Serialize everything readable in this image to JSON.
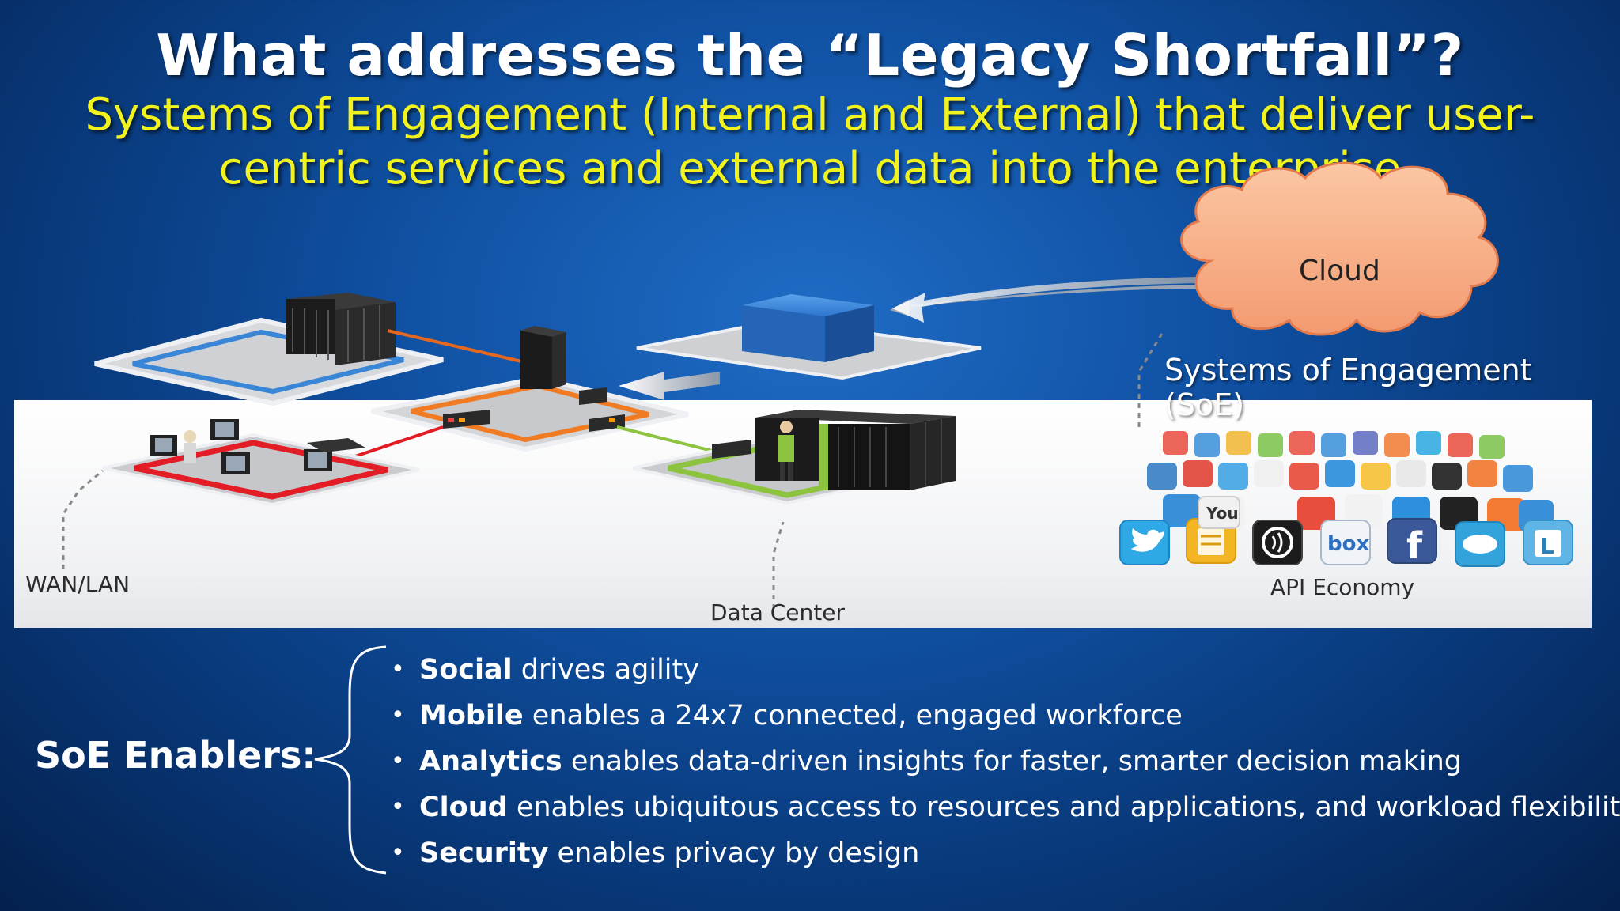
{
  "slide": {
    "title": "What addresses the “Legacy Shortfall”?",
    "subtitle": "Systems of Engagement (Internal and External) that  deliver user-centric services and external data into the enterprise"
  },
  "diagram": {
    "cloud_label": "Cloud",
    "soe_label": "Systems of Engagement (SoE)",
    "wan_label": "WAN/LAN",
    "datacenter_label": "Data Center",
    "api_label": "API Economy",
    "app_icons": [
      "twitter-app",
      "evernote-app",
      "youtube-app",
      "nfc-app",
      "box-app",
      "facebook-app",
      "salesforce-app",
      "linkedin-app"
    ],
    "app_text": {
      "youtube": "You",
      "box": "box",
      "facebook": "f",
      "linkedin": "L"
    }
  },
  "enablers": {
    "title": "SoE Enablers:",
    "items": [
      {
        "bold": "Social",
        "text": " drives agility"
      },
      {
        "bold": "Mobile",
        "text": " enables a 24x7 connected, engaged workforce"
      },
      {
        "bold": "Analytics",
        "text": " enables data-driven insights for faster, smarter decision making"
      },
      {
        "bold": "Cloud",
        "text": " enables ubiquitous access to resources and applications, and workload flexibility"
      },
      {
        "bold": "Security",
        "text": " enables privacy by design"
      }
    ]
  },
  "colors": {
    "title": "#ffffff",
    "subtitle": "#f2f21d",
    "red_ring": "#e21d26",
    "orange_ring": "#f07b22",
    "green_ring": "#8cc43f",
    "blue_ring": "#3a86d6"
  }
}
